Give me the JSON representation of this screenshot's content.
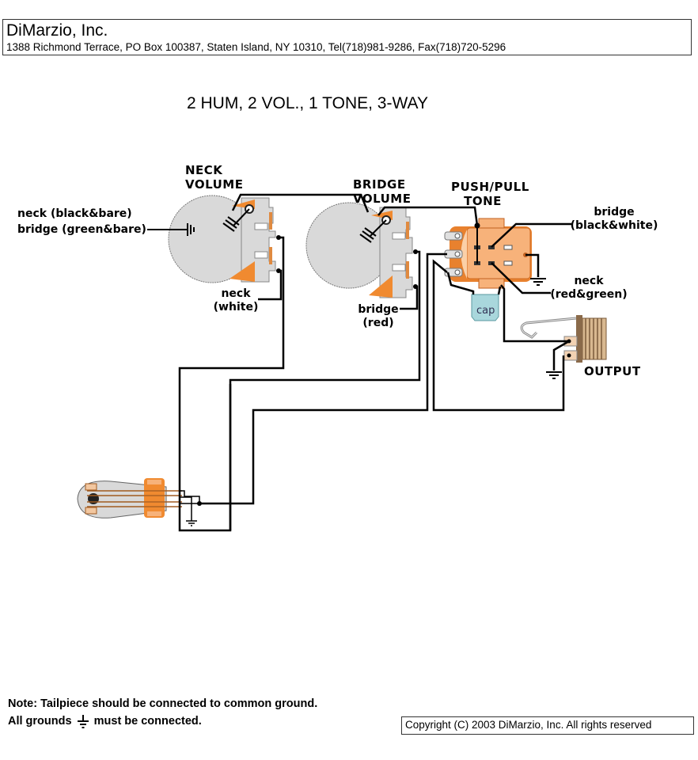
{
  "header": {
    "company": "DiMarzio, Inc.",
    "address": "1388 Richmond Terrace, PO Box 100387, Staten Island, NY 10310, Tel(718)981-9286, Fax(718)720-5296"
  },
  "title": "2 HUM, 2 VOL., 1 TONE, 3-WAY",
  "components": {
    "neck_volume": {
      "line1": "NECK",
      "line2": "VOLUME"
    },
    "bridge_volume": {
      "line1": "BRIDGE",
      "line2": "VOLUME"
    },
    "tone": {
      "line1": "PUSH/PULL",
      "line2": "TONE"
    },
    "cap": "cap",
    "output": "OUTPUT"
  },
  "wire_labels": {
    "ground_neck": "neck (black&bare)",
    "ground_bridge": "bridge (green&bare)",
    "neck_white_1": "neck",
    "neck_white_2": "(white)",
    "bridge_red_1": "bridge",
    "bridge_red_2": "(red)",
    "bridge_bw_1": "bridge",
    "bridge_bw_2": "(black&white)",
    "neck_rg_1": "neck",
    "neck_rg_2": "(red&green)"
  },
  "notes": {
    "line1": "Note: Tailpiece should be connected to common ground.",
    "line2_a": "All grounds",
    "line2_b": "must be connected."
  },
  "copyright": "Copyright (C) 2003 DiMarzio, Inc. All rights reserved",
  "colors": {
    "pot_body": "#d9d9d9",
    "lug_orange": "#f08a30",
    "switch_body": "#f7b27a",
    "switch_dark": "#e8812e",
    "cap_fill": "#a9d7dc",
    "jack_tan": "#f2d2b3",
    "wire": "#000000"
  }
}
